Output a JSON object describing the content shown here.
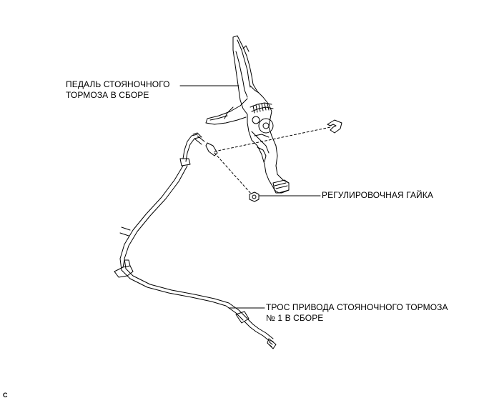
{
  "labels": {
    "pedal_line1": "ПЕДАЛЬ СТОЯНОЧНОГО",
    "pedal_line2": "ТОРМОЗА В СБОРЕ",
    "nut": "РЕГУЛИРОВОЧНАЯ ГАЙКА",
    "cable_line1": "ТРОС ПРИВОДА СТОЯНОЧНОГО ТОРМОЗА",
    "cable_line2": "№ 1 В СБОРЕ",
    "figure_code": "C"
  },
  "colors": {
    "ink": "#000000",
    "background": "#ffffff"
  }
}
